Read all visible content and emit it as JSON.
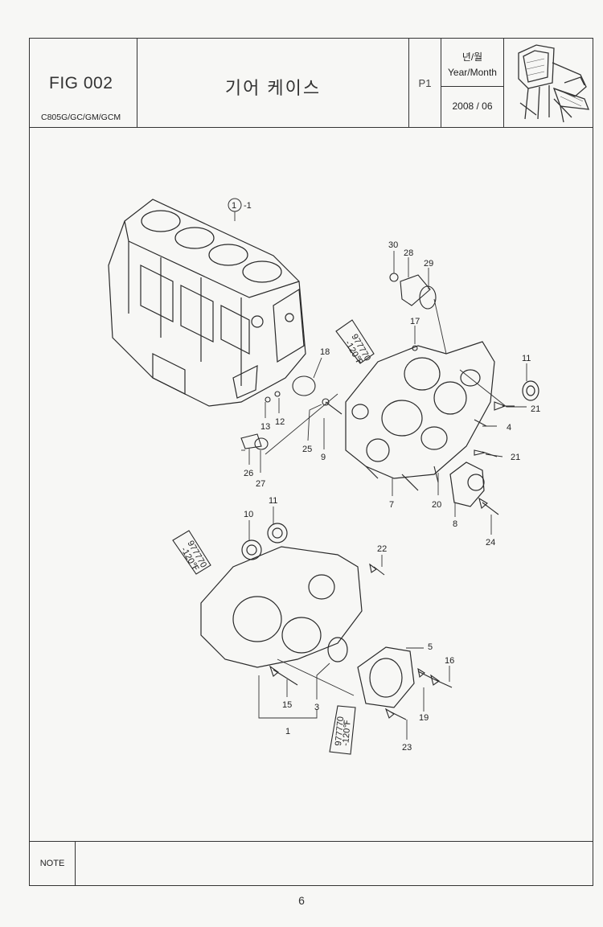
{
  "header": {
    "fig": "FIG 002",
    "model": "C805G/GC/GM/GCM",
    "title": "기어 케이스",
    "page": "P1",
    "ym_kr": "년/월",
    "ym_en": "Year/Month",
    "date": "2008 / 06"
  },
  "callouts": {
    "c1_1": "1",
    "c1_1_suffix": "-1",
    "c30": "30",
    "c28": "28",
    "c29": "29",
    "c17": "17",
    "c18": "18",
    "c11a": "11",
    "c21a": "21",
    "c4": "4",
    "c21b": "21",
    "c13": "13",
    "c12": "12",
    "c25": "25",
    "c9": "9",
    "c26": "26",
    "c27": "27",
    "c20": "20",
    "c7": "7",
    "c8": "8",
    "c24": "24",
    "c10": "10",
    "c11b": "11",
    "c22": "22",
    "c5": "5",
    "c16": "16",
    "c19": "19",
    "c15": "15",
    "c3": "3",
    "c1": "1",
    "c23": "23"
  },
  "sealant": {
    "code": "977770",
    "temp": "-120℉"
  },
  "note_label": "NOTE",
  "page_number": "6"
}
